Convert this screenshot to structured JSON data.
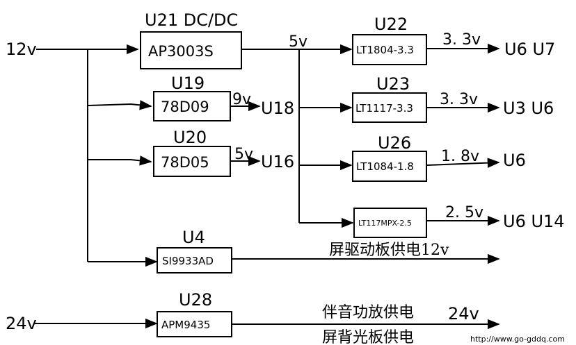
{
  "inputs": {
    "v12": "12v",
    "v24": "24v"
  },
  "blocks": {
    "u21": {
      "ref": "U21 DC/DC",
      "part": "AP3003S"
    },
    "u19": {
      "ref": "U19",
      "part": "78D09"
    },
    "u20": {
      "ref": "U20",
      "part": "78D05"
    },
    "u4": {
      "ref": "U4",
      "part": "SI9933AD"
    },
    "u28": {
      "ref": "U28",
      "part": "APM9435"
    },
    "u22": {
      "ref": "U22",
      "part": "LT1804-3.3"
    },
    "u23": {
      "ref": "U23",
      "part": "LT1117-3.3"
    },
    "u26": {
      "ref": "U26",
      "part": "LT1084-1.8"
    },
    "u27": {
      "part": "LT117MPX-2.5"
    }
  },
  "nets": {
    "v5": "5v",
    "v9": "9v",
    "v5b": "5v",
    "u18": "U18",
    "u16": "U16"
  },
  "outputs": {
    "u22_v": "3. 3v",
    "u22_to": "U6  U7",
    "u23_v": "3. 3v",
    "u23_to": "U3  U6",
    "u26_v": "1. 8v",
    "u26_to": "U6",
    "u27_v": "2. 5v",
    "u27_to": "U6  U14",
    "u4_text": "屏驱动板供电12v",
    "u28_text1": "伴音功放供电",
    "u28_v": "24v",
    "u28_text2": "屏背光板供电"
  },
  "watermark": "http://www.go-gddq.com"
}
